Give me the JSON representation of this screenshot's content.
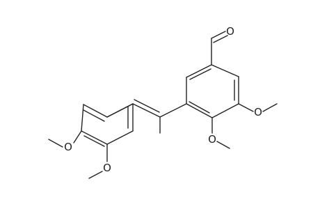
{
  "molecule": {
    "labels": {
      "aldehyde_oxygen": "O",
      "methoxy_3": "O",
      "methoxy_4": "O",
      "methoxy_para_left": "O",
      "methoxy_meta_left": "O"
    },
    "colors": {
      "bond": "#222222",
      "background": "#ffffff"
    }
  }
}
